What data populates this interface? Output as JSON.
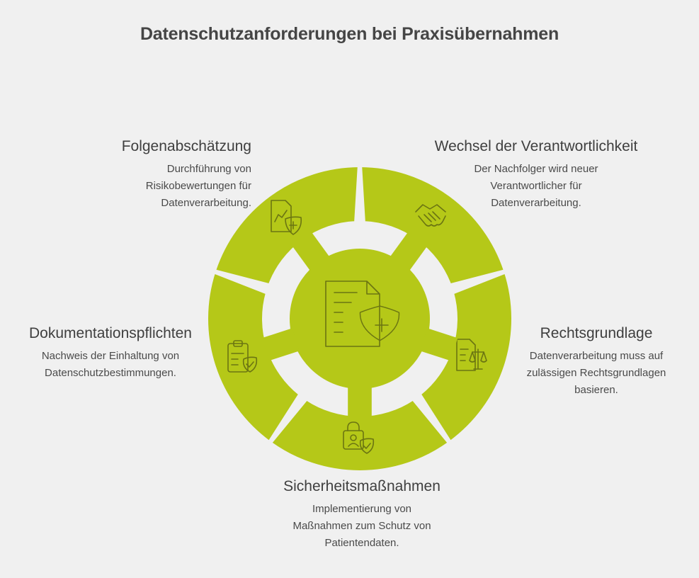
{
  "title": "Datenschutzanforderungen bei Praxisübernahmen",
  "colors": {
    "segment": "#b5c818",
    "background": "#f0f0f0",
    "icon_stroke": "#6b7512"
  },
  "center_icon": "document-shield-plus-icon",
  "segments": [
    {
      "key": "folgen",
      "icon": "chart-shield-plus-icon",
      "heading": "Folgenabschätzung",
      "description": [
        "Durchführung von",
        "Risikobewertungen für",
        "Datenverarbeitung."
      ]
    },
    {
      "key": "wechsel",
      "icon": "handshake-icon",
      "heading": "Wechsel der Verantwortlichkeit",
      "description": [
        "Der Nachfolger wird neuer",
        "Verantwortlicher für",
        "Datenverarbeitung."
      ]
    },
    {
      "key": "recht",
      "icon": "document-scales-icon",
      "heading": "Rechtsgrundlage",
      "description": [
        "Datenverarbeitung muss auf",
        "zulässigen Rechtsgrundlagen",
        "basieren."
      ]
    },
    {
      "key": "sicherheit",
      "icon": "lock-user-shield-icon",
      "heading": "Sicherheitsmaßnahmen",
      "description": [
        "Implementierung von",
        "Maßnahmen zum Schutz von",
        "Patientendaten."
      ]
    },
    {
      "key": "doku",
      "icon": "clipboard-shield-check-icon",
      "heading": "Dokumentationspflichten",
      "description": [
        "Nachweis der Einhaltung von",
        "Datenschutzbestimmungen."
      ]
    }
  ]
}
